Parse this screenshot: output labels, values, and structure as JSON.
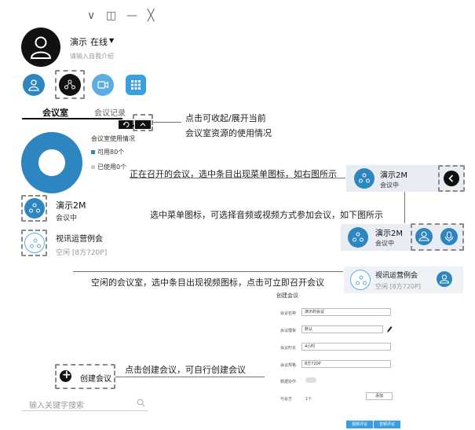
{
  "window": {
    "collapse_glyph": "∨",
    "restore_glyph": "◫",
    "minimize_glyph": "—",
    "close_glyph": "╳"
  },
  "profile": {
    "name": "演示",
    "status": "在线",
    "status_arrow": "▼",
    "intro_placeholder": "请输入自我介绍"
  },
  "tabs": [
    {
      "label": "会议室"
    },
    {
      "label": "会议记录"
    }
  ],
  "usage": {
    "title": "会议室使用情况",
    "available": "可用80个",
    "used": "已使用0个",
    "available_color": "#2e86c1",
    "used_color": "#cccccc"
  },
  "rooms": [
    {
      "name": "演示2M",
      "status": "会议中"
    },
    {
      "name": "视讯运营例会",
      "status": "空闲 [8方720P]"
    }
  ],
  "create_meeting": {
    "label": "创建会议",
    "plus": "+"
  },
  "search": {
    "placeholder": "输入关键字搜索"
  },
  "annotations": {
    "collapse_line1": "点击可收起/展开当前",
    "collapse_line2": "会议室资源的使用情况",
    "active_meeting": "正在召开的会议，选中条目出现菜单图标，如右图所示",
    "menu_icon": "选中菜单图标，可选择音频或视频方式参加会议，如下图所示",
    "idle_meeting": "空闲的会议室，选中条目出现视频图标，点击可立即召开会议",
    "create": "点击创建会议，可自行创建会议"
  },
  "cards": [
    {
      "name": "演示2M",
      "status": "会议中"
    },
    {
      "name": "演示2M",
      "status": "会议中"
    },
    {
      "name": "视讯运营例会",
      "status": "空闲 [8方720P]"
    }
  ],
  "create_form": {
    "title": "创建会议",
    "fields": [
      {
        "label": "会议名称",
        "value": "演示的会议"
      },
      {
        "label": "会议模板",
        "value": "默认"
      },
      {
        "label": "会议时长",
        "value": "4小时"
      },
      {
        "label": "会议规格",
        "value": "8方720P"
      },
      {
        "label": "数据协作",
        "value": ""
      },
      {
        "label": "与会方",
        "value": "1个"
      }
    ],
    "add_button": "添加",
    "video_button": "视频评议",
    "audio_button": "音频评议"
  },
  "colors": {
    "accent": "#2e86c1",
    "accent_light": "#5dade2",
    "dark": "#111111"
  }
}
